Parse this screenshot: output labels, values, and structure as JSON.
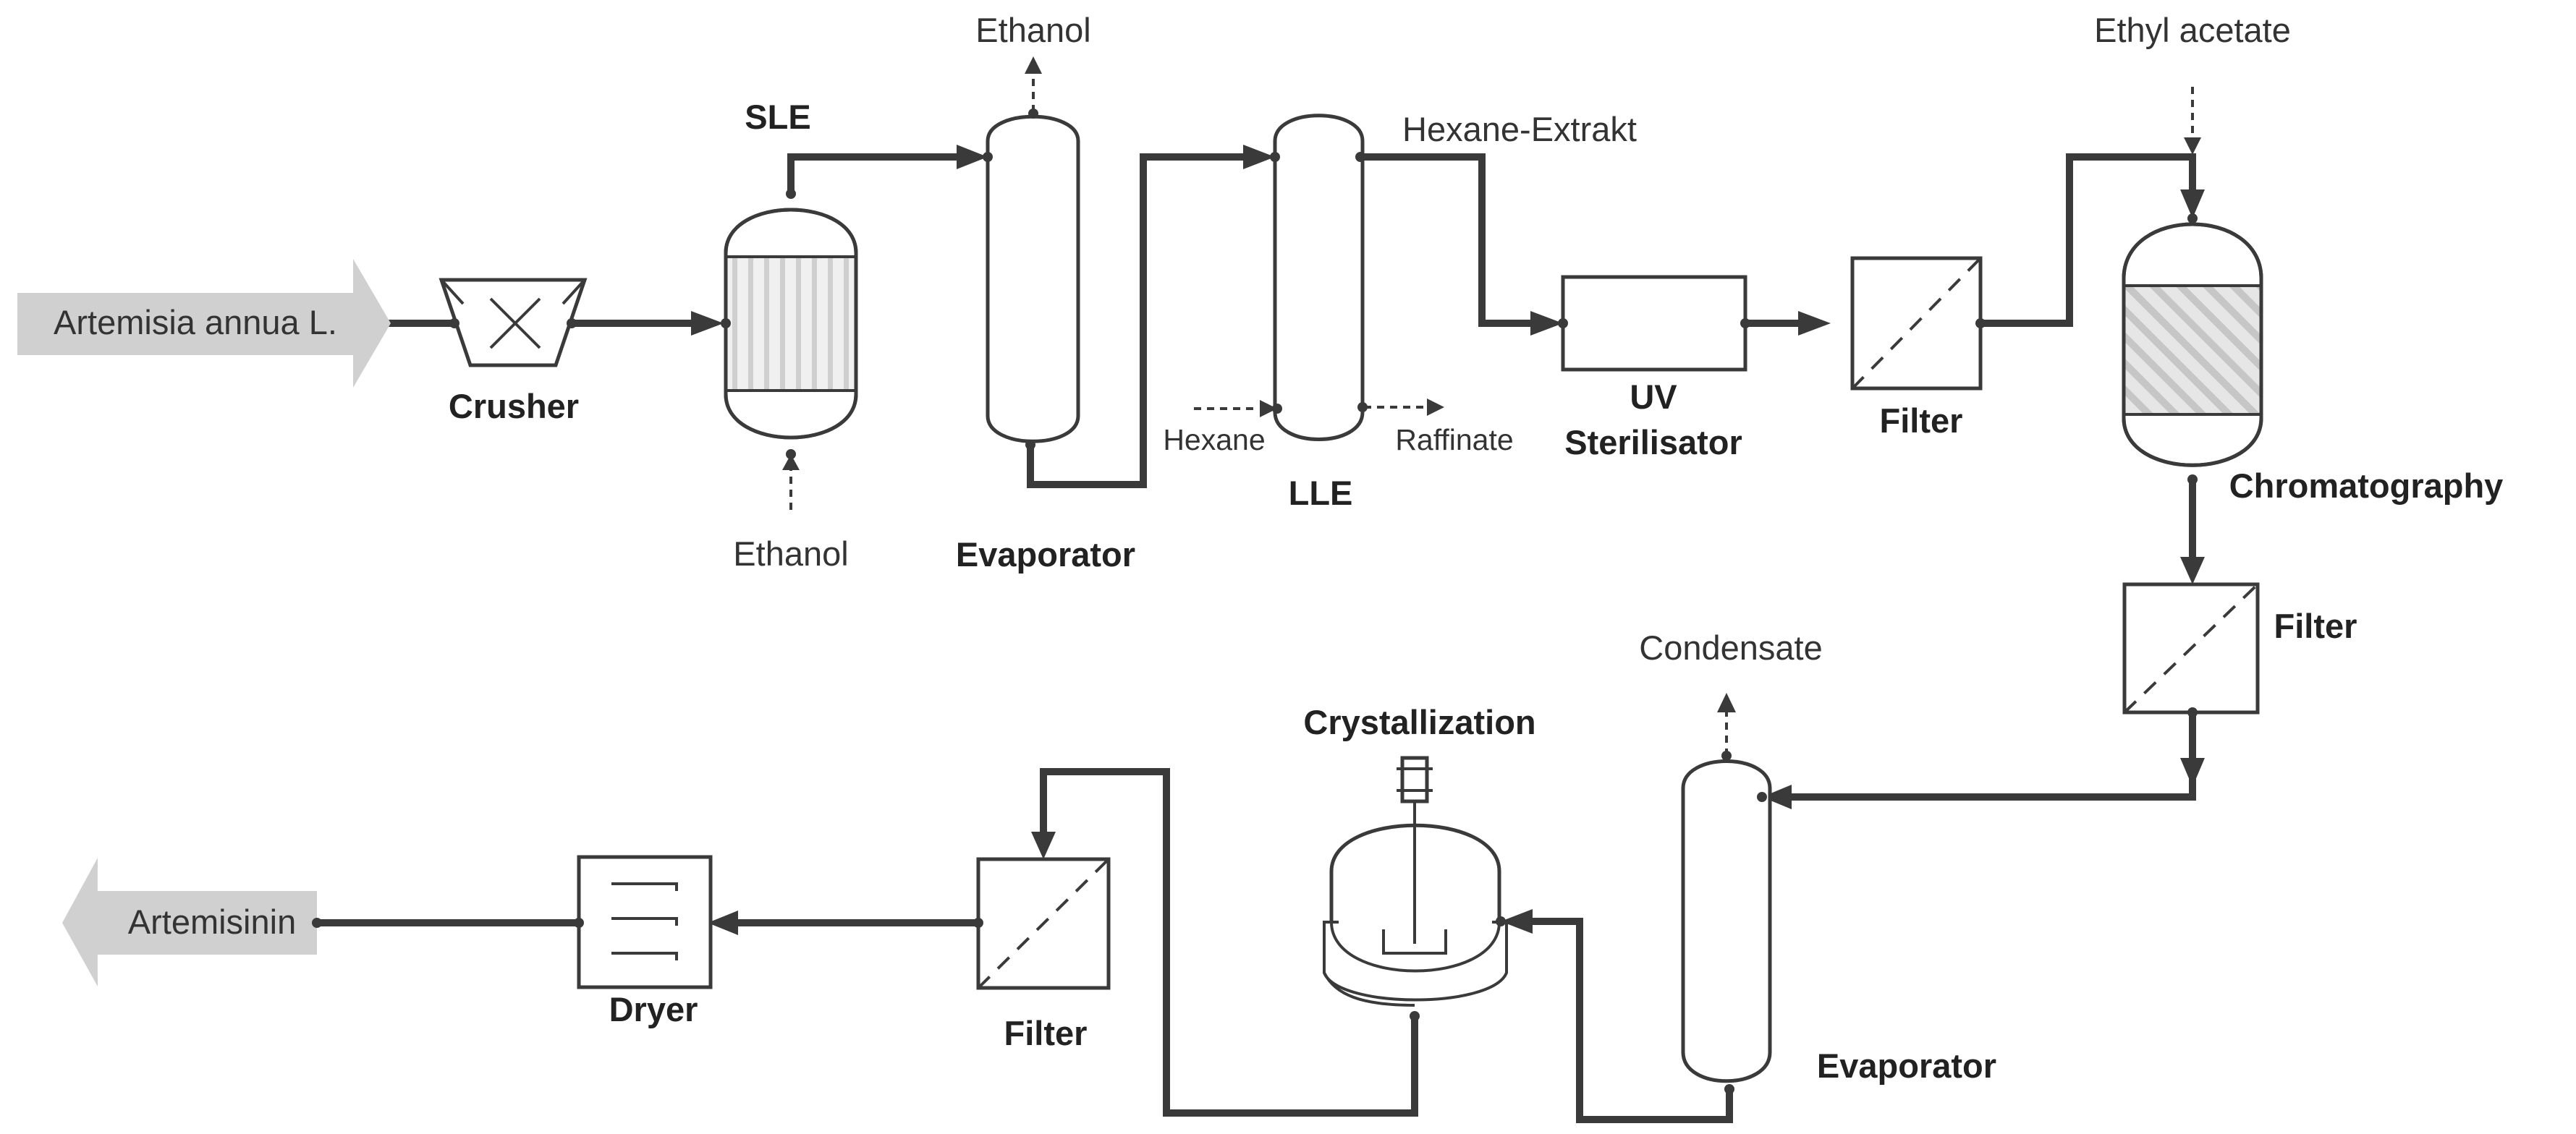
{
  "diagram": {
    "input": "Artemisia annua L.",
    "output": "Artemisinin",
    "units": {
      "crusher": "Crusher",
      "sle": "SLE",
      "evaporator_1": "Evaporator",
      "lle": "LLE",
      "uv_line1": "UV",
      "uv_line2": "Sterilisator",
      "filter_1": "Filter",
      "chromatography": "Chromatography",
      "filter_2": "Filter",
      "evaporator_2": "Evaporator",
      "crystallization": "Crystallization",
      "filter_3": "Filter",
      "dryer": "Dryer"
    },
    "streams": {
      "ethanol_in": "Ethanol",
      "ethanol_out": "Ethanol",
      "hexane_in": "Hexane",
      "raffinate_out": "Raffinate",
      "hexane_extract": "Hexane-Extrakt",
      "ethyl_acetate_in": "Ethyl acetate",
      "condensate_out": "Condensate"
    }
  }
}
